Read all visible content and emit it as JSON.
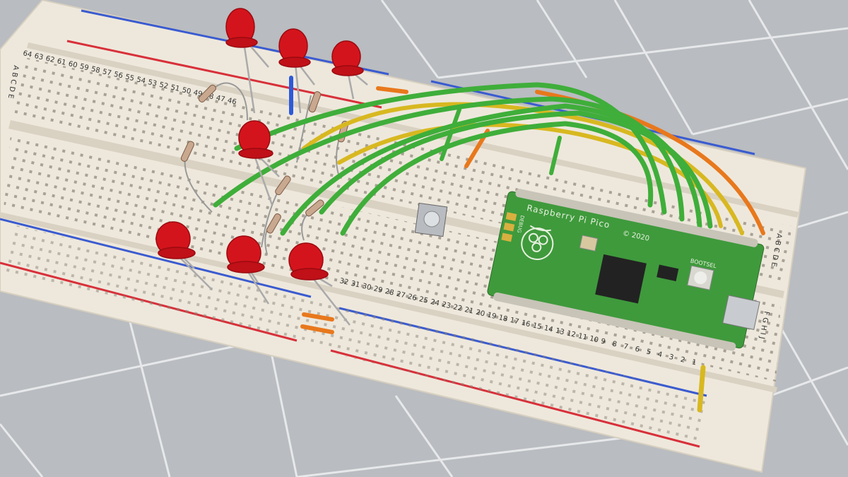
{
  "colors": {
    "mat": "#b9bcc0",
    "mat_grid": "#e8eaec",
    "breadboard": "#eee8dc",
    "rail_blue": "#3a5bd0",
    "rail_red": "#d8303a",
    "led_red": "#d4141c",
    "wire_green": "#3fae3a",
    "wire_yellow": "#d8b820",
    "wire_orange": "#e8781c",
    "pcb_green": "#3f9a3c"
  },
  "pico": {
    "name": "Raspberry Pi Pico",
    "copyright": "© 2020",
    "bootsel_label": "BOOTSEL",
    "debug_label": "DEBUG"
  },
  "breadboard": {
    "row_letters_left": "A B C D E",
    "row_letters_right_top": "A B C D E",
    "row_letters_right_bottom": "F G H I J",
    "column_numbers_top": [
      "64",
      "63",
      "62",
      "61",
      "60",
      "59",
      "58",
      "57",
      "56",
      "55",
      "54",
      "53",
      "52",
      "51",
      "50",
      "49",
      "48",
      "47",
      "46"
    ],
    "column_numbers_bottom": [
      "32",
      "31",
      "30",
      "29",
      "28",
      "27",
      "26",
      "25",
      "24",
      "23",
      "22",
      "21",
      "20",
      "19",
      "18",
      "17",
      "16",
      "15",
      "14",
      "13",
      "12",
      "11",
      "10",
      "9",
      "8",
      "7",
      "6",
      "5",
      "4",
      "3",
      "2",
      "1"
    ]
  },
  "icons": [
    "raspberry-logo-icon"
  ]
}
